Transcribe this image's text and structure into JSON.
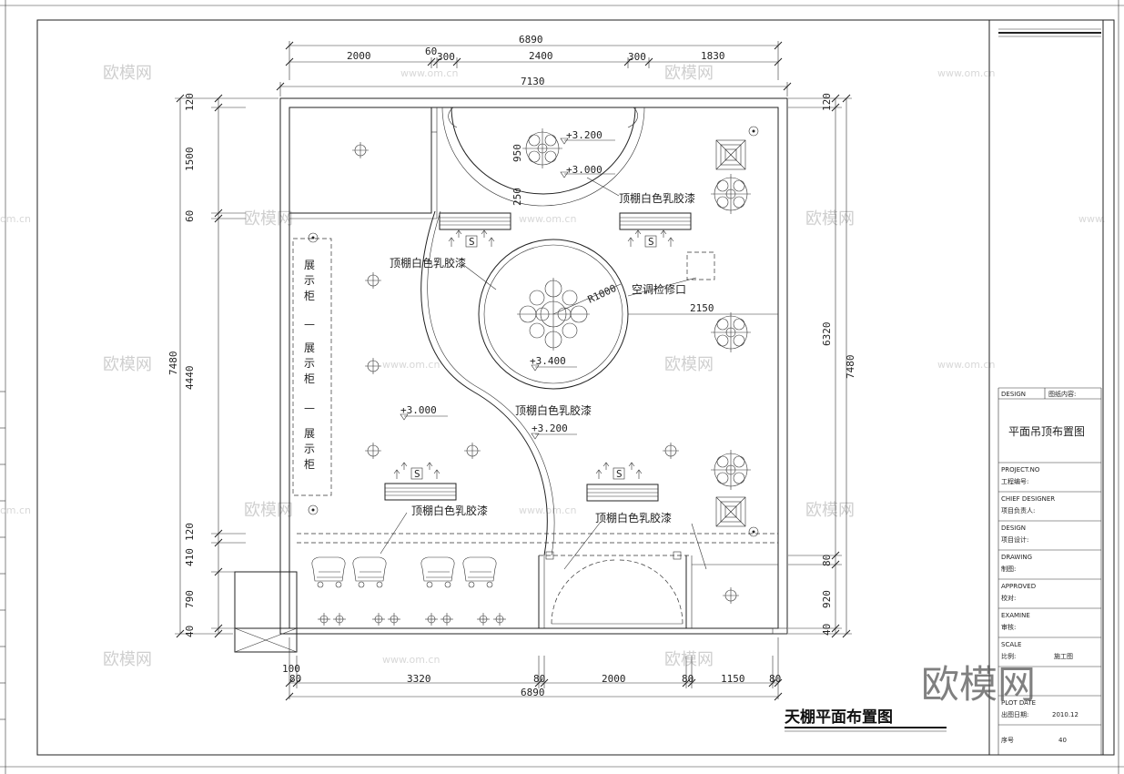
{
  "drawing_title": "天棚平面布置图",
  "top_dims": {
    "total": "6890",
    "segments": [
      "2000",
      "60",
      "300",
      "2400",
      "300",
      "1830"
    ],
    "outer": "7130"
  },
  "bottom_dims": {
    "segments": [
      "100",
      "80",
      "3320",
      "80",
      "2000",
      "80",
      "1150",
      "80"
    ],
    "total": "6890"
  },
  "left_dims": {
    "segments": [
      "120",
      "1500",
      "60",
      "4440",
      "120",
      "410",
      "790",
      "40"
    ],
    "total": "7480"
  },
  "right_dims": {
    "segments": [
      "120",
      "6320",
      "80",
      "920",
      "40"
    ],
    "total": "7480"
  },
  "labels": {
    "ceiling_paint_1": "顶棚白色乳胶漆",
    "ceiling_paint_2": "顶棚白色乳胶漆",
    "ceiling_paint_3": "顶棚白色乳胶漆",
    "ceiling_paint_4": "顶棚白色乳胶漆",
    "ceiling_paint_5": "顶棚白色乳胶漆",
    "ac_access": "空调检修口",
    "radius": "R1000",
    "dim_950": "950",
    "dim_250": "250",
    "dim_2150": "2150",
    "elev_3200_top": "+3.200",
    "elev_3000_top": "+3.000",
    "elev_3400": "+3.400",
    "elev_3000_left": "+3.000",
    "elev_3200_mid": "+3.200",
    "cabinet_chars": [
      "展",
      "示",
      "柜"
    ],
    "dash": "—"
  },
  "title_block": {
    "design_label": "DESIGN",
    "drawing_content_label": "图纸内容:",
    "drawing_name": "平面吊顶布置图",
    "project_no_en": "PROJECT.NO",
    "project_no_cn": "工程编号:",
    "chief_en": "CHIEF DESIGNER",
    "chief_cn": "项目负责人:",
    "design_en": "DESIGN",
    "design_cn": "项目设计:",
    "drawing_en": "DRAWING",
    "drawing_cn": "制图:",
    "approved_en": "APPROVED",
    "approved_cn": "校对:",
    "examine_en": "EXAMINE",
    "examine_cn": "审核:",
    "scale_en": "SCALE",
    "scale_cn": "比例:",
    "scale_value": "施工图",
    "date_en": "PLOT DATE",
    "date_cn": "出图日期:",
    "date_value": "2010.12",
    "sheet_cn": "序号",
    "sheet_value": "40"
  },
  "watermark": {
    "logo_text": "欧模网",
    "url": "www.om.cn"
  }
}
